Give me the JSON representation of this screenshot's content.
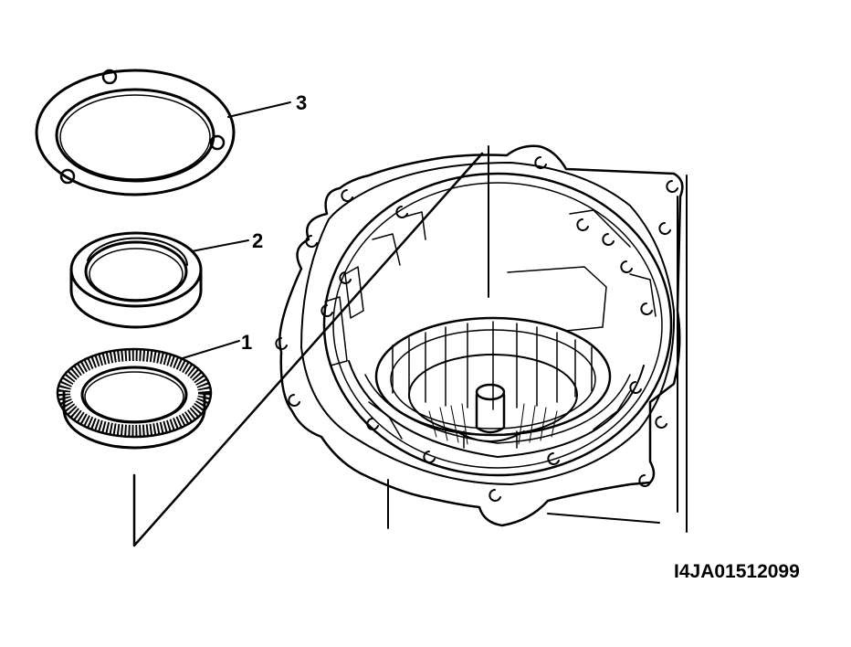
{
  "callouts": [
    {
      "id": "1",
      "label": "1"
    },
    {
      "id": "2",
      "label": "2"
    },
    {
      "id": "3",
      "label": "3"
    }
  ],
  "figure_code": "I4JA01512099",
  "colors": {
    "line": "#000000",
    "background": "#ffffff"
  }
}
